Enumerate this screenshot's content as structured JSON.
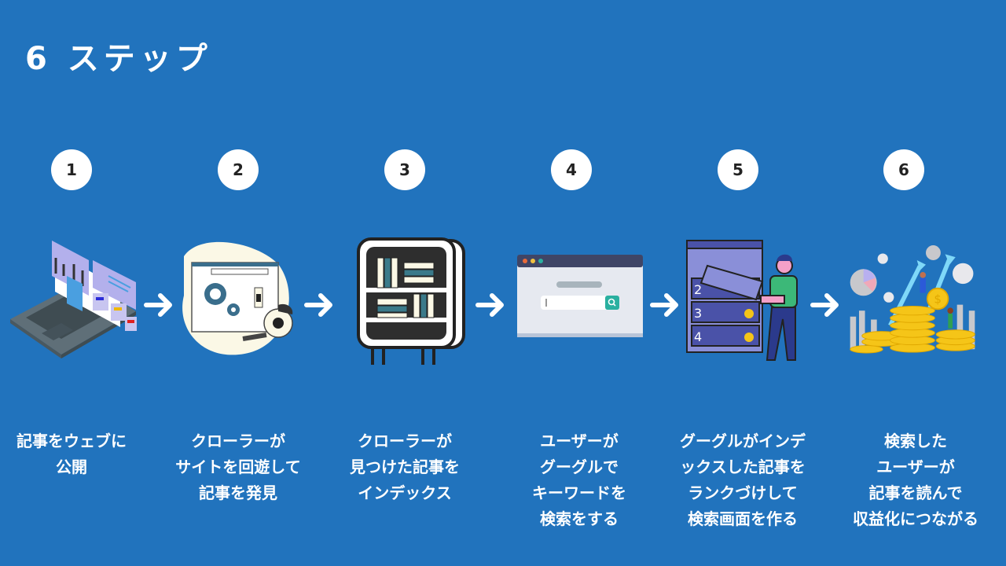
{
  "title": "6 ステップ",
  "steps": [
    {
      "number": "1",
      "illustration": "laptop-publishing-icon",
      "caption": "記事をウェブに\n公開"
    },
    {
      "number": "2",
      "illustration": "crawler-robot-browser-icon",
      "caption": "クローラーが\nサイトを回遊して\n記事を発見"
    },
    {
      "number": "3",
      "illustration": "bookshelf-index-icon",
      "caption": "クローラーが\n見つけた記事を\nインデックス"
    },
    {
      "number": "4",
      "illustration": "search-browser-icon",
      "caption": "ユーザーが\nグーグルで\nキーワードを\n検索をする"
    },
    {
      "number": "5",
      "illustration": "ranking-list-person-icon",
      "caption": "グーグルがインデ\nックスした記事を\nランクづけして\n検索画面を作る"
    },
    {
      "number": "6",
      "illustration": "monetization-coins-icon",
      "caption": "検索した\nユーザーが\n記事を読んで\n収益化につながる"
    }
  ],
  "arrow_icon": "arrow-right-icon",
  "colors": {
    "background": "#2173BD",
    "circle": "#FFFFFF",
    "text": "#FFFFFF"
  }
}
